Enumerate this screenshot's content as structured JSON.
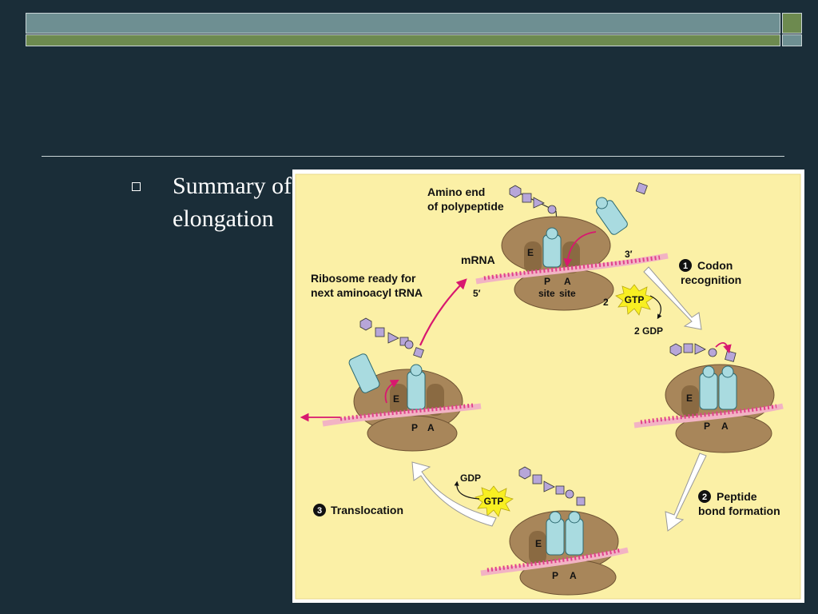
{
  "slide": {
    "bullet": "Summary of elongation"
  },
  "diagram": {
    "labels": {
      "amino_end": [
        "Amino end",
        "of polypeptide"
      ],
      "mrna": "mRNA",
      "three_prime": "3′",
      "five_prime": "5′",
      "ribosome_ready": [
        "Ribosome ready for",
        "next aminoacyl tRNA"
      ],
      "p_site": [
        "P",
        "site"
      ],
      "a_site": [
        "A",
        "site"
      ],
      "e": "E",
      "p": "P",
      "a": "A",
      "gtp": "GTP",
      "gdp": "GDP",
      "two": "2",
      "two_gdp": "2 GDP"
    },
    "steps": [
      {
        "number": "1",
        "label": [
          "Codon",
          "recognition"
        ]
      },
      {
        "number": "2",
        "label": [
          "Peptide",
          "bond formation"
        ]
      },
      {
        "number": "3",
        "label": [
          "Translocation"
        ]
      }
    ],
    "colors": {
      "panel": "#fbf0a6",
      "ribosome": "#a8865a",
      "ribosome_dark": "#8a6a42",
      "trna": "#a9dbe0",
      "mrna": "#f2b3c4",
      "codon": "#e0408a",
      "amino_acid": "#b7a6d9",
      "arrow_magenta": "#d8186f",
      "gtp_burst": "#f8ef22"
    }
  }
}
